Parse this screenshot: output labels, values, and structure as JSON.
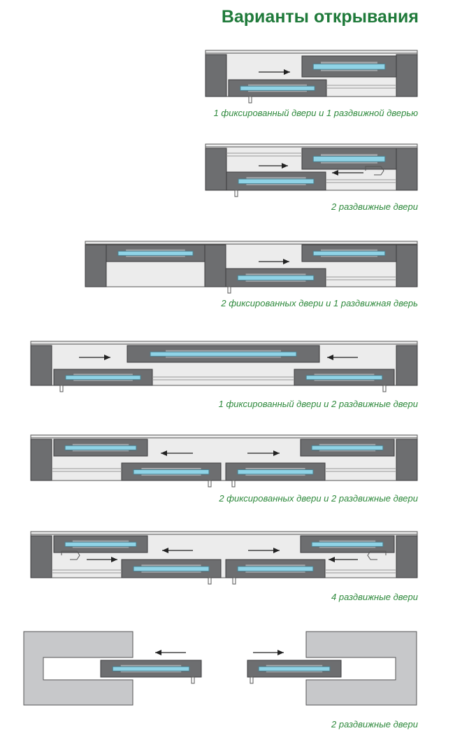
{
  "title": "Варианты открывания",
  "captions": [
    "1 фиксированный двери и 1 раздвижной дверью",
    "2 раздвижные двери",
    "2 фиксированных двери и 1 раздвижная дверь",
    "1 фиксированный двери и 2 раздвижные двери",
    "2 фиксированных двери и 2 раздвижные двери",
    "4 раздвижные двери",
    "2 раздвижные двери"
  ],
  "colors": {
    "title": "#1f7a3a",
    "caption": "#2f8a3d",
    "frame": "#6d6e70",
    "door": "#6d6e70",
    "door_inner": "#a7a9ac",
    "glass": "#8fd3e6",
    "bg": "#ececec",
    "wall": "#c7c8ca"
  }
}
